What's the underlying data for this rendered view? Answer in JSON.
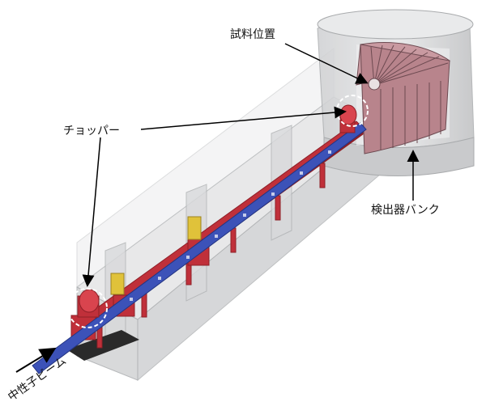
{
  "labels": {
    "sample_position": "試料位置",
    "chopper": "チョッパー",
    "detector_bank": "検出器バンク",
    "neutron_beam": "中性子ビーム"
  },
  "colors": {
    "shield": "#d9dadb",
    "shield_edge": "#a9abad",
    "frame_red": "#c0303a",
    "frame_red_dark": "#8e1f27",
    "beam_blue": "#3c52b8",
    "detector_pink": "#c99aa1",
    "detector_dark": "#6d4a51",
    "chopper_yellow": "#e0c23a",
    "arrow": "#000000"
  }
}
